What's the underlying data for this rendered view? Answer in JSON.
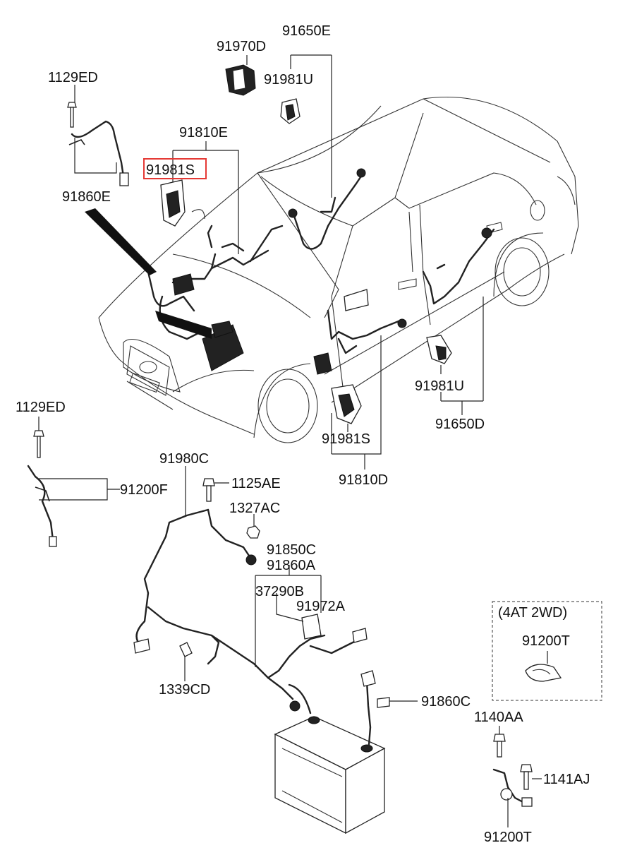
{
  "labels": {
    "p1129ED_top": "1129ED",
    "p91860E": "91860E",
    "p91970D": "91970D",
    "p91650E": "91650E",
    "p91981U_top": "91981U",
    "p91810E": "91810E",
    "p91981S_top": "91981S",
    "p1129ED_mid": "1129ED",
    "p91200F": "91200F",
    "p91980C": "91980C",
    "p1125AE": "1125AE",
    "p1327AC": "1327AC",
    "p91850C": "91850C",
    "p91860A": "91860A",
    "p37290B": "37290B",
    "p91972A": "91972A",
    "p1339CD": "1339CD",
    "p91860C": "91860C",
    "p91981S_bot": "91981S",
    "p91810D": "91810D",
    "p91981U_bot": "91981U",
    "p91650D": "91650D",
    "p4AT2WD": "(4AT 2WD)",
    "p91200T_box": "91200T",
    "p1140AA": "1140AA",
    "p1141AJ": "1141AJ",
    "p91200T_bot": "91200T"
  },
  "highlight_color": "#e53935"
}
